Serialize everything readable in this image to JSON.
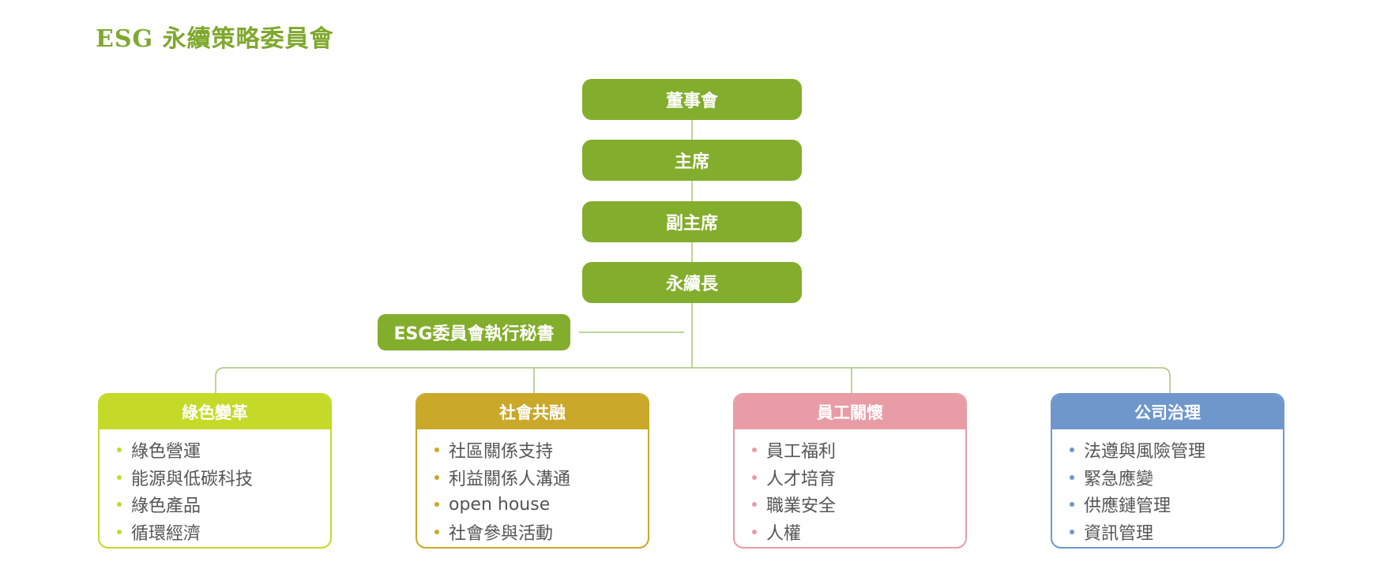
{
  "title": "ESG 永續策略委員會",
  "colors": {
    "title": "#7fa82e",
    "node": "#83ad2c",
    "connector": "#a9c57a"
  },
  "chain": [
    {
      "label": "董事會"
    },
    {
      "label": "主席"
    },
    {
      "label": "副主席"
    },
    {
      "label": "永續長"
    }
  ],
  "secretary": {
    "label": "ESG委員會執行秘書"
  },
  "groups": [
    {
      "name": "綠色變革",
      "color": "#c5d929",
      "items": [
        "綠色營運",
        "能源與低碳科技",
        "綠色產品",
        "循環經濟"
      ]
    },
    {
      "name": "社會共融",
      "color": "#c9a82a",
      "items": [
        "社區關係支持",
        "利益關係人溝通",
        "open house",
        "社會參與活動"
      ]
    },
    {
      "name": "員工關懷",
      "color": "#e89ca6",
      "items": [
        "員工福利",
        "人才培育",
        "職業安全",
        "人權"
      ]
    },
    {
      "name": "公司治理",
      "color": "#6f97cb",
      "items": [
        "法遵與風險管理",
        "緊急應變",
        "供應鏈管理",
        "資訊管理"
      ]
    }
  ]
}
